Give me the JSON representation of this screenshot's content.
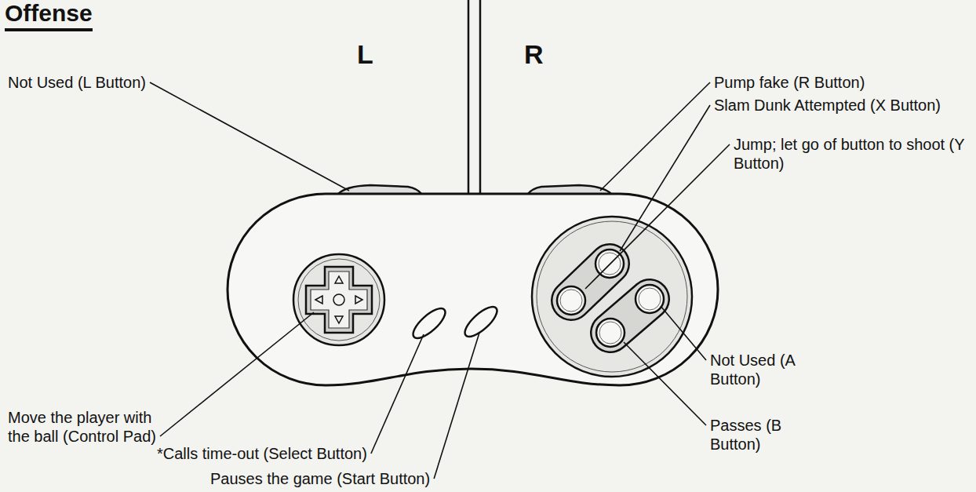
{
  "diagram": {
    "title": "Offense",
    "labels": [
      "Not Used (L Button)",
      "L",
      "R",
      "Pump fake (R Button)",
      "Slam Dunk Attempted (X Button)",
      "Jump; let go of button to shoot (Y Button)",
      "Not Used (A Button)",
      "Passes (B Button)",
      "Move the player with the ball (Control Pad)",
      "*Calls time-out (Select Button)",
      "Pauses the game (Start Button)"
    ]
  }
}
